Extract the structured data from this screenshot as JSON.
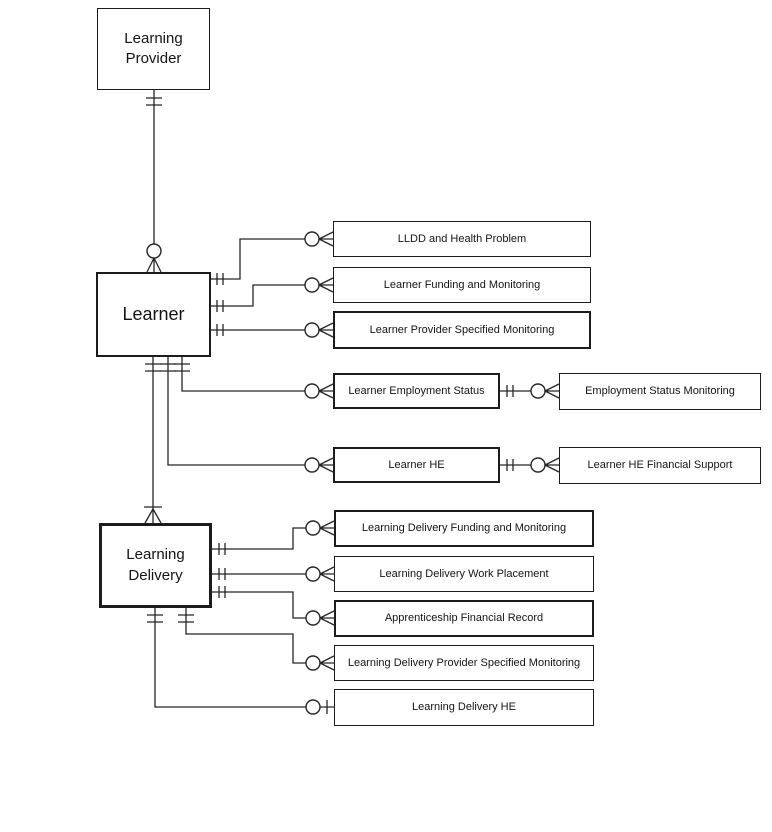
{
  "diagram": {
    "kind": "entity-relationship-diagram",
    "colors": {
      "background": "#ffffff",
      "line": "#262626",
      "text": "#141414"
    },
    "entities": {
      "learning_provider": {
        "label": "Learning Provider"
      },
      "learner": {
        "label": "Learner"
      },
      "learning_delivery": {
        "label": "Learning Delivery"
      },
      "lldd": {
        "label": "LLDD and Health Problem"
      },
      "lfm": {
        "label": "Learner Funding and Monitoring"
      },
      "lpsm": {
        "label": "Learner Provider Specified Monitoring"
      },
      "les": {
        "label": "Learner Employment Status"
      },
      "esm": {
        "label": "Employment Status Monitoring"
      },
      "lhe": {
        "label": "Learner HE"
      },
      "lhefs": {
        "label": "Learner HE Financial Support"
      },
      "ldfm": {
        "label": "Learning Delivery Funding and Monitoring"
      },
      "ldwp": {
        "label": "Learning Delivery Work Placement"
      },
      "afr": {
        "label": "Apprenticeship Financial Record"
      },
      "ldpsm": {
        "label": "Learning Delivery Provider Specified Monitoring"
      },
      "ldhe": {
        "label": "Learning Delivery HE"
      }
    },
    "relationships": [
      {
        "from": "Learning Provider",
        "to": "Learner",
        "from_cardinality": "exactly-one",
        "to_cardinality": "zero-or-many"
      },
      {
        "from": "Learner",
        "to": "Learning Delivery",
        "from_cardinality": "exactly-one",
        "to_cardinality": "one-or-many"
      },
      {
        "from": "Learner",
        "to": "LLDD and Health Problem",
        "from_cardinality": "exactly-one",
        "to_cardinality": "zero-or-many"
      },
      {
        "from": "Learner",
        "to": "Learner Funding and Monitoring",
        "from_cardinality": "exactly-one",
        "to_cardinality": "zero-or-many"
      },
      {
        "from": "Learner",
        "to": "Learner Provider Specified Monitoring",
        "from_cardinality": "exactly-one",
        "to_cardinality": "zero-or-many"
      },
      {
        "from": "Learner",
        "to": "Learner Employment Status",
        "from_cardinality": "exactly-one",
        "to_cardinality": "zero-or-many"
      },
      {
        "from": "Learner Employment Status",
        "to": "Employment Status Monitoring",
        "from_cardinality": "exactly-one",
        "to_cardinality": "zero-or-many"
      },
      {
        "from": "Learner",
        "to": "Learner HE",
        "from_cardinality": "exactly-one",
        "to_cardinality": "zero-or-many"
      },
      {
        "from": "Learner HE",
        "to": "Learner HE Financial Support",
        "from_cardinality": "exactly-one",
        "to_cardinality": "zero-or-many"
      },
      {
        "from": "Learning Delivery",
        "to": "Learning Delivery Funding and Monitoring",
        "from_cardinality": "exactly-one",
        "to_cardinality": "zero-or-many"
      },
      {
        "from": "Learning Delivery",
        "to": "Learning Delivery Work Placement",
        "from_cardinality": "exactly-one",
        "to_cardinality": "zero-or-many"
      },
      {
        "from": "Learning Delivery",
        "to": "Apprenticeship Financial Record",
        "from_cardinality": "exactly-one",
        "to_cardinality": "zero-or-many"
      },
      {
        "from": "Learning Delivery",
        "to": "Learning Delivery Provider Specified Monitoring",
        "from_cardinality": "exactly-one",
        "to_cardinality": "zero-or-many"
      },
      {
        "from": "Learning Delivery",
        "to": "Learning Delivery HE",
        "from_cardinality": "exactly-one",
        "to_cardinality": "zero-or-one"
      }
    ]
  }
}
